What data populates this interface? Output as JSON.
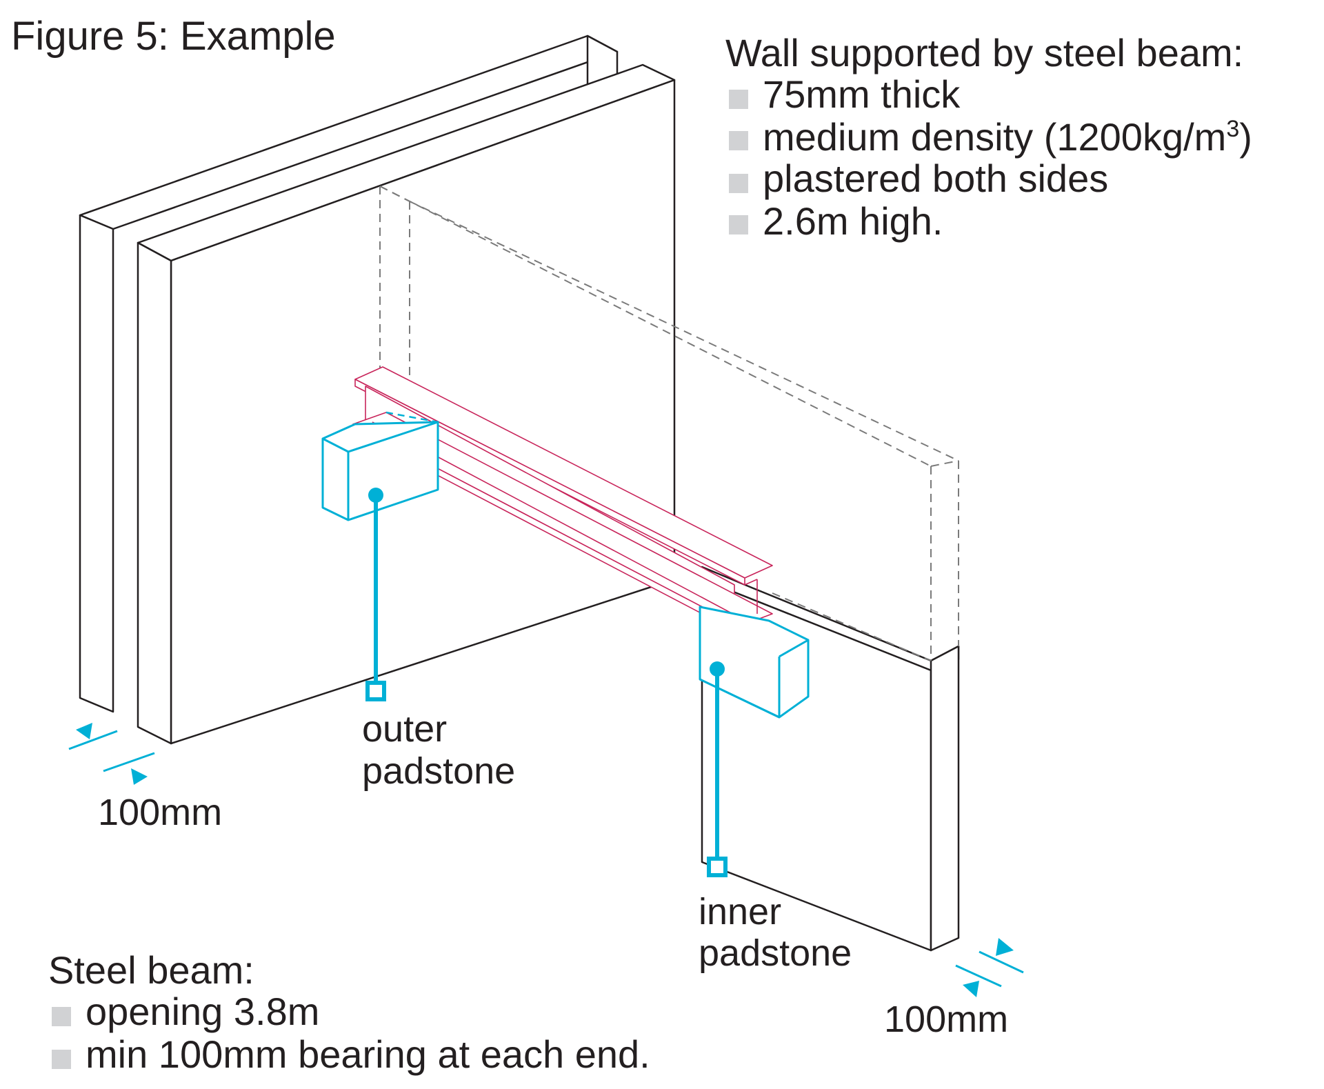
{
  "figure_title": "Figure 5: Example",
  "wall_spec": {
    "heading": "Wall supported by steel beam:",
    "items": [
      {
        "text": "75mm thick"
      },
      {
        "text": "medium density (1200kg/m",
        "sup": "3",
        "after": ")"
      },
      {
        "text": "plastered both sides"
      },
      {
        "text": "2.6m high."
      }
    ]
  },
  "beam_spec": {
    "heading": "Steel beam:",
    "items": [
      "opening 3.8m",
      "min 100mm bearing at each end."
    ]
  },
  "labels": {
    "outer_padstone": [
      "outer",
      "padstone"
    ],
    "inner_padstone": [
      "inner",
      "padstone"
    ],
    "left_dimension": "100mm",
    "right_dimension": "100mm"
  },
  "colors": {
    "padstone": "#00b0d6",
    "beam": "#c8245a",
    "wall_outline": "#231f20",
    "bullet": "#d1d2d4"
  }
}
